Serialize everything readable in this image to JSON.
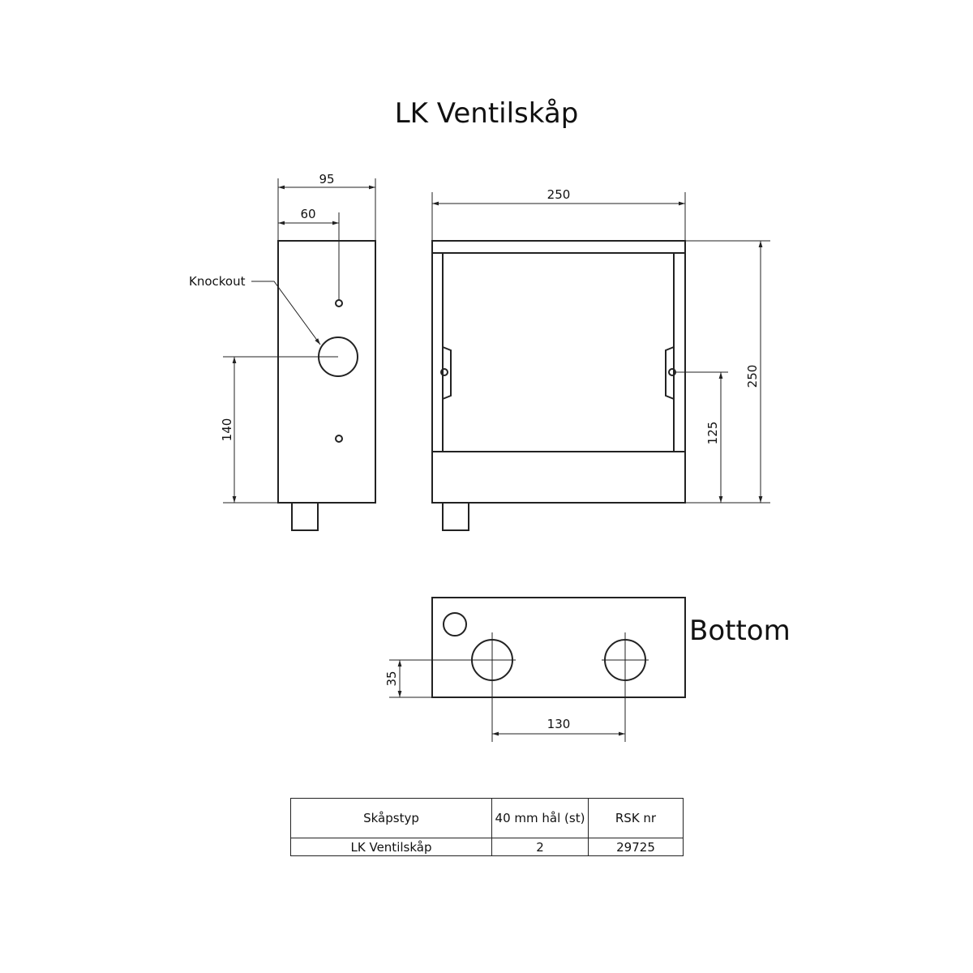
{
  "title": "LK Ventilskåp",
  "bottom_view_label": "Bottom",
  "side_view": {
    "knockout_label": "Knockout",
    "dim_depth": "95",
    "dim_hole_offset": "60",
    "dim_hole_height": "140"
  },
  "front_view": {
    "dim_width": "250",
    "dim_height": "250",
    "dim_mount_height": "125"
  },
  "bottom_view": {
    "dim_hole_spacing": "130",
    "dim_hole_edge": "35"
  },
  "table": {
    "headers": [
      "Skåpstyp",
      "40 mm hål (st)",
      "RSK nr"
    ],
    "rows": [
      [
        "LK Ventilskåp",
        "2",
        "29725"
      ]
    ]
  }
}
